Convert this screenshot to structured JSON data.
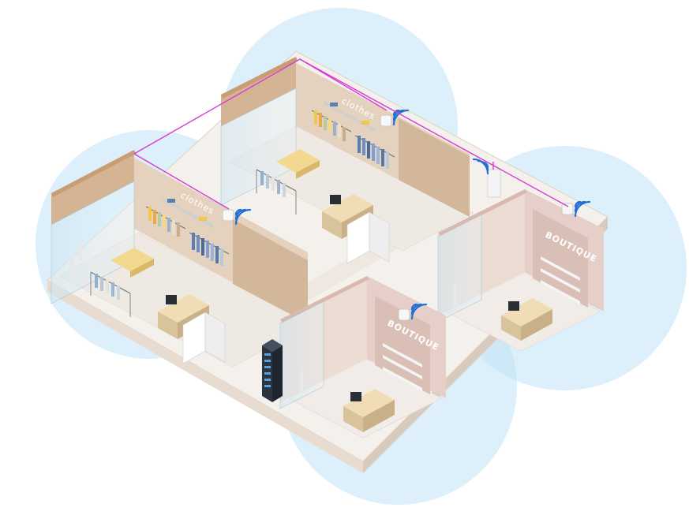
{
  "diagram": {
    "stores": [
      {
        "id": "clothes-store-left",
        "sign": "clothes",
        "type": "clothing"
      },
      {
        "id": "clothes-store-top",
        "sign": "clothes",
        "type": "clothing"
      },
      {
        "id": "boutique-right",
        "sign": "BOUTIQUE",
        "type": "boutique"
      },
      {
        "id": "boutique-bottom",
        "sign": "BOUTIQUE",
        "type": "boutique"
      }
    ],
    "access_points": [
      "ap-left-store",
      "ap-top-store",
      "ap-right-boutique",
      "ap-bottom-boutique"
    ],
    "colors": {
      "coverage": "#cfe9f7",
      "cable": "#d63ad6",
      "floor": "#f2ede8",
      "wall_tan": "#d9bfa0",
      "wall_pink": "#e6cfc9",
      "server_rack": "#2c3440",
      "wifi": "#1f6fd6"
    }
  }
}
